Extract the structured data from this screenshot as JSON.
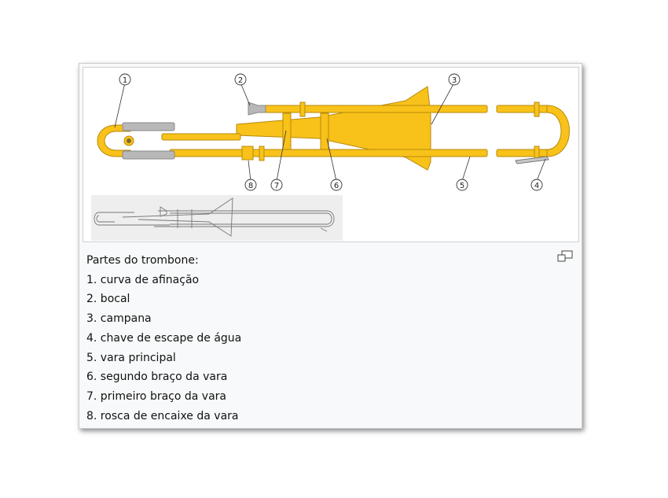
{
  "caption": {
    "title": "Partes do trombone:",
    "items": [
      "1. curva de afinação",
      "2. bocal",
      "3. campana",
      "4. chave de escape de água",
      "5. vara principal",
      "6. segundo braço da vara",
      "7. primeiro braço da vara",
      "8. rosca de encaixe da vara"
    ]
  },
  "diagram": {
    "callout_numbers": [
      "1",
      "2",
      "3",
      "4",
      "5",
      "6",
      "7",
      "8"
    ]
  },
  "colors": {
    "brass": "#F8C21A",
    "brass_dark": "#B88A0A",
    "silver": "#B8B8B8",
    "frame_bg": "#F8F9FA",
    "frame_border": "#C8CCD1"
  },
  "icons": {
    "enlarge": "enlarge-icon"
  }
}
